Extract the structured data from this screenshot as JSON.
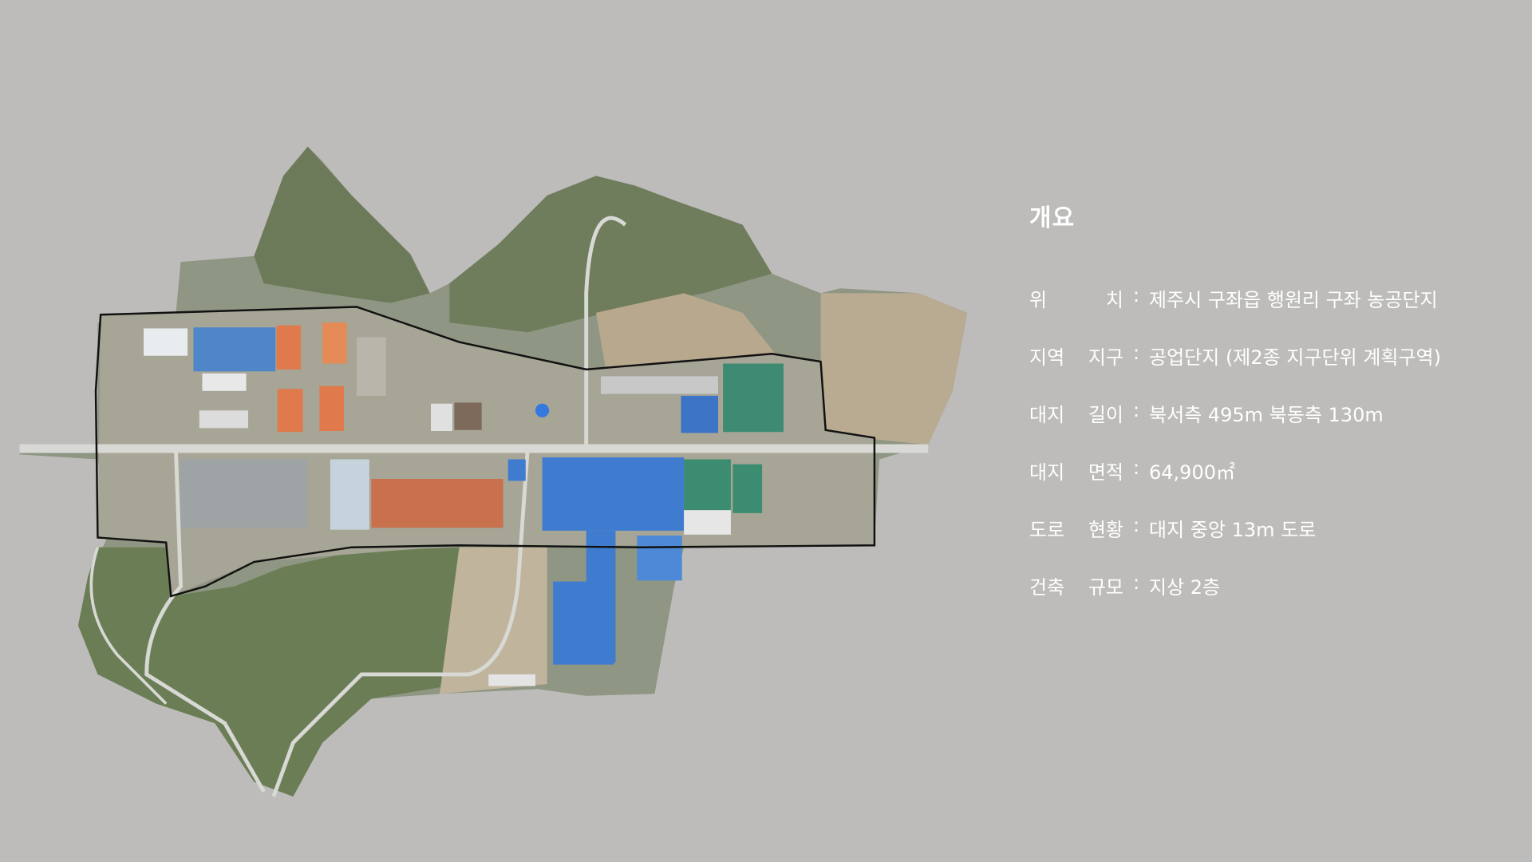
{
  "overview": {
    "title": "개요",
    "rows": [
      {
        "label": "위       치",
        "value": "제주시 구좌읍 행원리 구좌 농공단지"
      },
      {
        "label": "지역 지구",
        "value": "공업단지 (제2종 지구단위 계획구역)"
      },
      {
        "label": "대지 길이",
        "value": "북서측 495m 북동측 130m"
      },
      {
        "label": "대지 면적",
        "value": "64,900㎡"
      },
      {
        "label": "도로 현황",
        "value": "대지 중앙 13m 도로"
      },
      {
        "label": "건축 규모",
        "value": "지상 2층"
      }
    ],
    "separator": ":"
  },
  "colors": {
    "background": "#bdbcba",
    "text": "#ffffff",
    "boundary": "#111111"
  }
}
